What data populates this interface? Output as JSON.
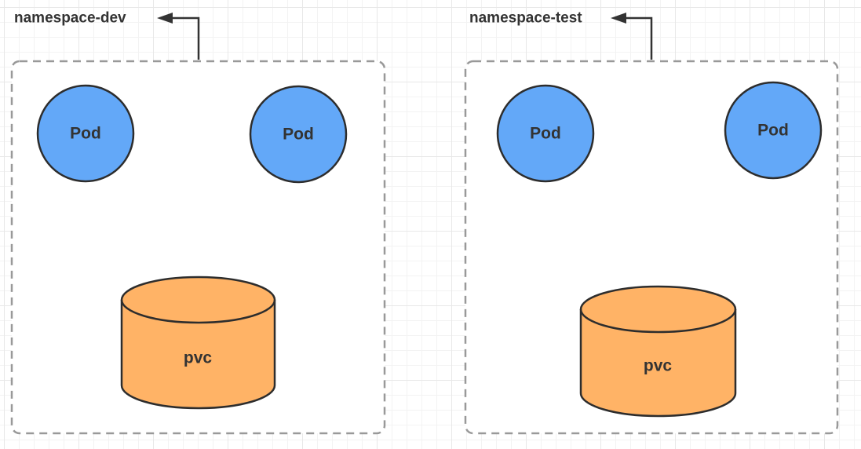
{
  "colors": {
    "pod_fill": "#63a8f8",
    "pod_stroke": "#2d2d2d",
    "pvc_fill": "#ffb366",
    "pvc_stroke": "#2d2d2d",
    "boundary_stroke": "#999999",
    "arrow_color": "#333333",
    "label_color": "#333333"
  },
  "namespaces": [
    {
      "label": "namespace-dev",
      "pods": [
        {
          "label": "Pod"
        },
        {
          "label": "Pod"
        }
      ],
      "pvc": {
        "label": "pvc"
      }
    },
    {
      "label": "namespace-test",
      "pods": [
        {
          "label": "Pod"
        },
        {
          "label": "Pod"
        }
      ],
      "pvc": {
        "label": "pvc"
      }
    }
  ]
}
